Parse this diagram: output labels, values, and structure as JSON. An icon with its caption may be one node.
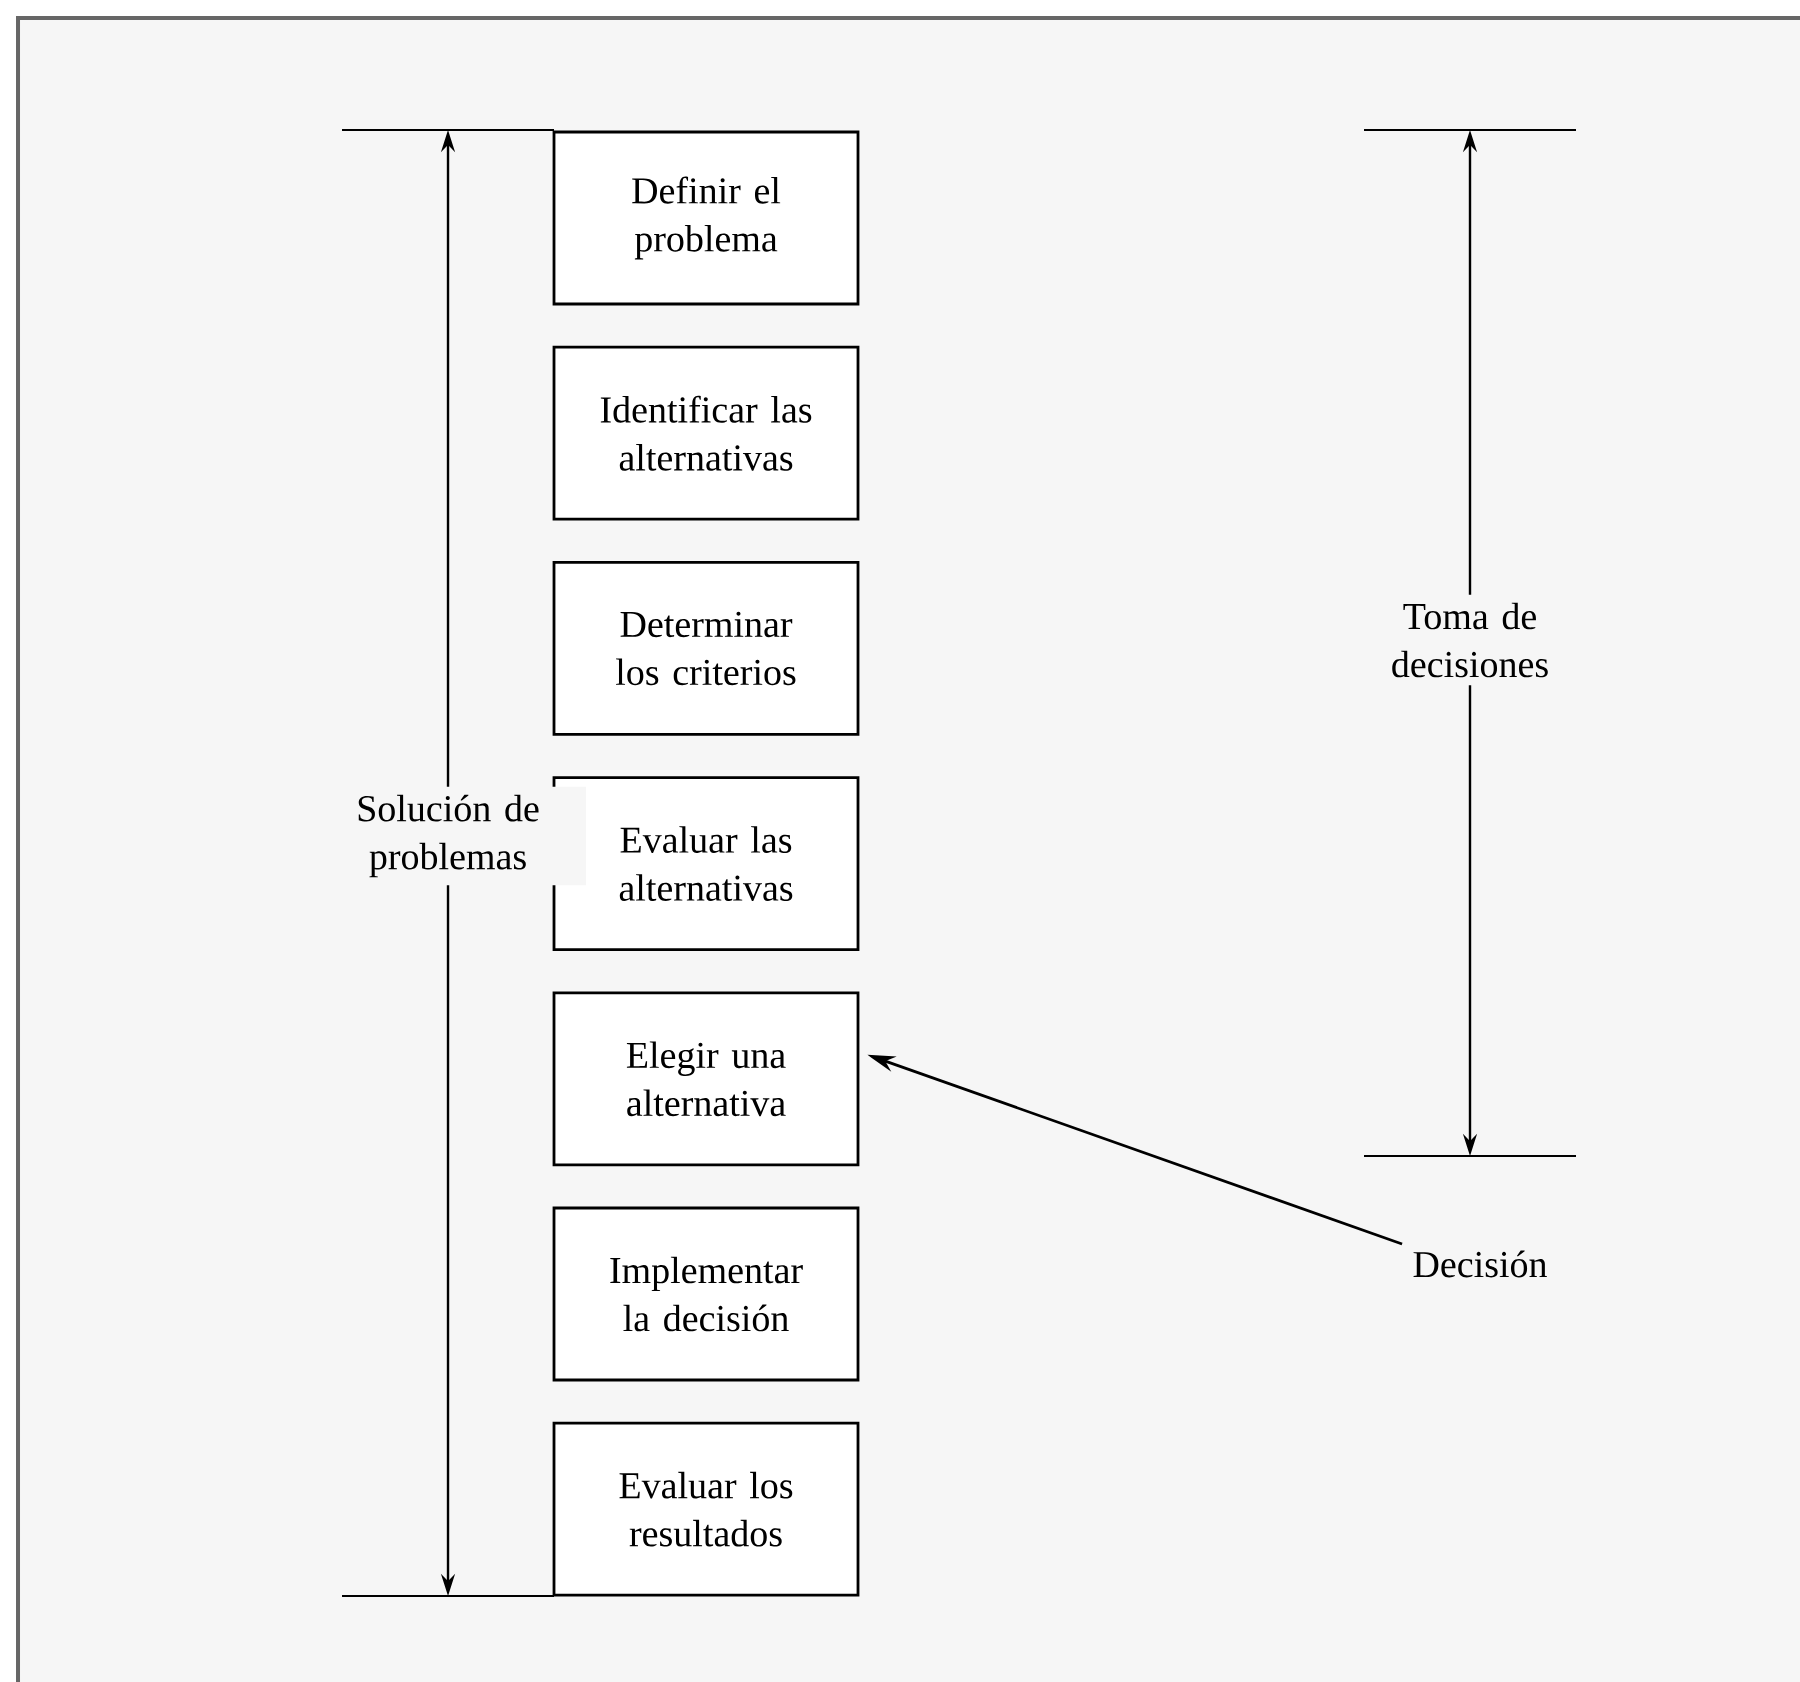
{
  "diagram": {
    "nodes": [
      {
        "text": [
          "Definir el problema"
        ]
      },
      {
        "text": [
          "Identificar las alternativas"
        ]
      },
      {
        "text": [
          "Determinar los criterios"
        ]
      },
      {
        "text": [
          "Evaluar las alternativas"
        ]
      },
      {
        "text": [
          "Elegir una alternativa"
        ]
      },
      {
        "text": [
          "Implementar la decisión"
        ]
      },
      {
        "text": [
          "Evaluar los resultados"
        ]
      },
      {
        "text": [
          "Decisión"
        ]
      }
    ],
    "edges": [
      {
        "from": 7,
        "to": 4,
        "arrow": "to"
      }
    ],
    "labels": [
      "Toma de decisiones",
      "Solución de problemas"
    ]
  }
}
